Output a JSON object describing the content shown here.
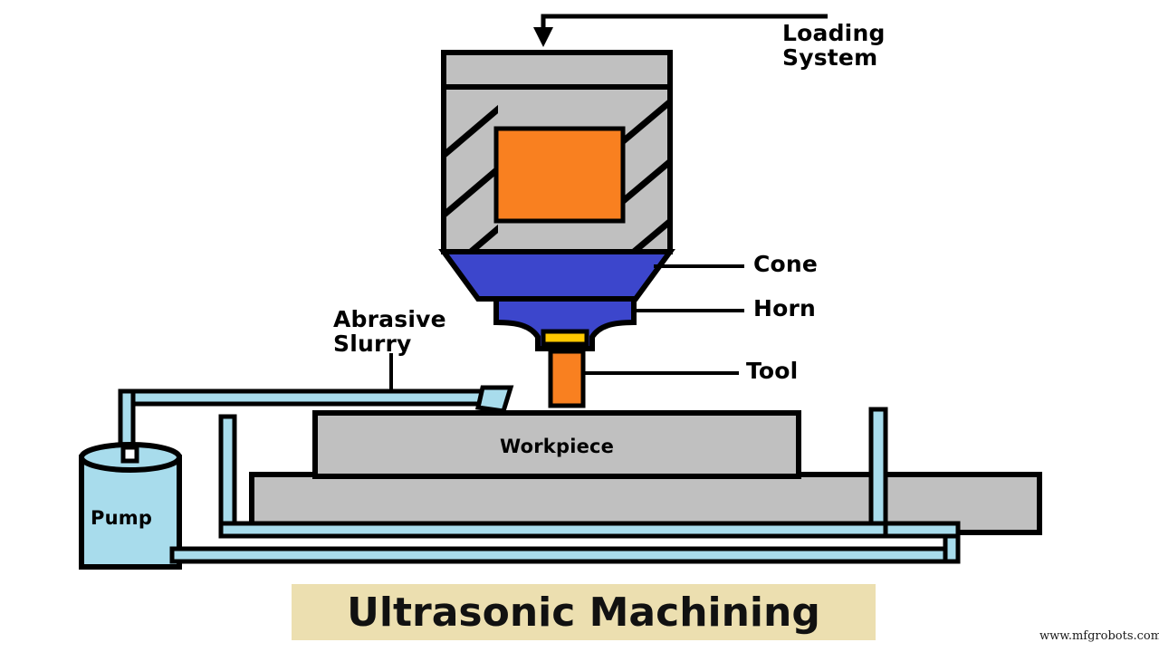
{
  "diagram": {
    "title": "Ultrasonic Machining",
    "watermark": "www.mfgrobots.com",
    "labels": {
      "loading_system_line1": "Loading",
      "loading_system_line2": "System",
      "cone": "Cone",
      "horn": "Horn",
      "tool": "Tool",
      "abrasive_slurry_line1": "Abrasive",
      "abrasive_slurry_line2": "Slurry",
      "workpiece": "Workpiece",
      "pump": "Pump"
    },
    "colors": {
      "background": "#ffffff",
      "outline": "#000000",
      "gray_body": "#c0c0c0",
      "orange_element": "#f98020",
      "blue_horn": "#3c46cc",
      "yellow_braze": "#ffc800",
      "light_blue_slurry": "#a8dcec",
      "banner_background": "#ecdfb0",
      "text": "#000000"
    },
    "components": [
      {
        "name": "loading-arrow",
        "description": "Downward arrow feeding load onto transducer stack"
      },
      {
        "name": "top-plate",
        "color": "#c0c0c0"
      },
      {
        "name": "transducer-housing",
        "color": "#c0c0c0",
        "hatching": "diagonal"
      },
      {
        "name": "piezo-element",
        "color": "#f98020"
      },
      {
        "name": "cone",
        "color": "#3c46cc"
      },
      {
        "name": "horn",
        "color": "#3c46cc"
      },
      {
        "name": "braze-joint",
        "color": "#ffc800"
      },
      {
        "name": "tool",
        "color": "#f98020"
      },
      {
        "name": "workpiece",
        "color": "#c0c0c0"
      },
      {
        "name": "machine-table",
        "color": "#c0c0c0"
      },
      {
        "name": "slurry-nozzle",
        "color": "#a8dcec"
      },
      {
        "name": "slurry-feed-pipe",
        "color": "#a8dcec"
      },
      {
        "name": "slurry-return-pipe",
        "color": "#a8dcec"
      },
      {
        "name": "pump-tank",
        "color": "#a8dcec"
      }
    ]
  }
}
